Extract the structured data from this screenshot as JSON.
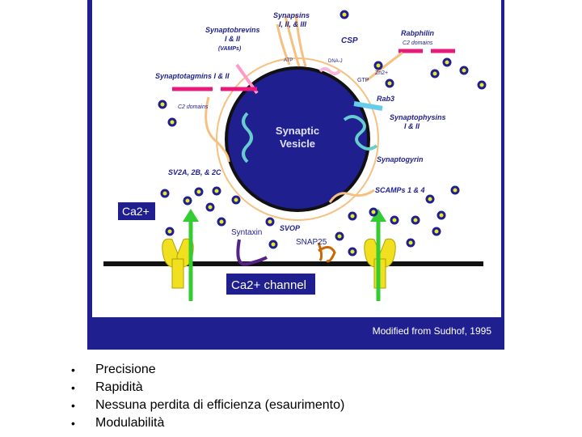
{
  "figure": {
    "labels": {
      "synapsins": "Synapsins",
      "synapsins_roman": "I, II, & III",
      "synaptobrevins": "Synaptobrevins",
      "synaptobrevins_roman": "I & II",
      "vamps": "(VAMPs)",
      "csp": "CSP",
      "rabphilin": "Rabphilin",
      "rabphilin_domains": "C2 domains",
      "synaptotagmins": "Synaptotagmins I & II",
      "synaptotagmin_domains": "C2 domains",
      "rab3": "Rab3",
      "synaptophysins": "Synaptophysins",
      "synaptophysins_roman": "I & II",
      "synaptogyrin": "Synaptogyrin",
      "sv2": "SV2A, 2B, & 2C",
      "scamps": "SCAMPs 1 & 4",
      "vesicle_line1": "Synaptic",
      "vesicle_line2": "Vesicle",
      "svop": "SVOP",
      "syntaxin": "Syntaxin",
      "snap25": "SNAP25",
      "ca_ion": "Ca2+",
      "ca_channel": "Ca2+ channel",
      "atp": "ATP",
      "dnaj": "DNA-J",
      "gtp": "GTP",
      "zn": "Zn2+",
      "credit": "Modified from Sudhof, 1995"
    }
  },
  "bullets": [
    "Precisione",
    "Rapidità",
    "Nessuna perdita di efficienza (esaurimento)",
    "Modulabilità"
  ],
  "colors": {
    "figure_bg": "#1f1f8f",
    "panel_bg": "#ffffff",
    "vesicle": "#1f1f8f",
    "channel": "#f0e020",
    "arrow": "#33cc33"
  }
}
